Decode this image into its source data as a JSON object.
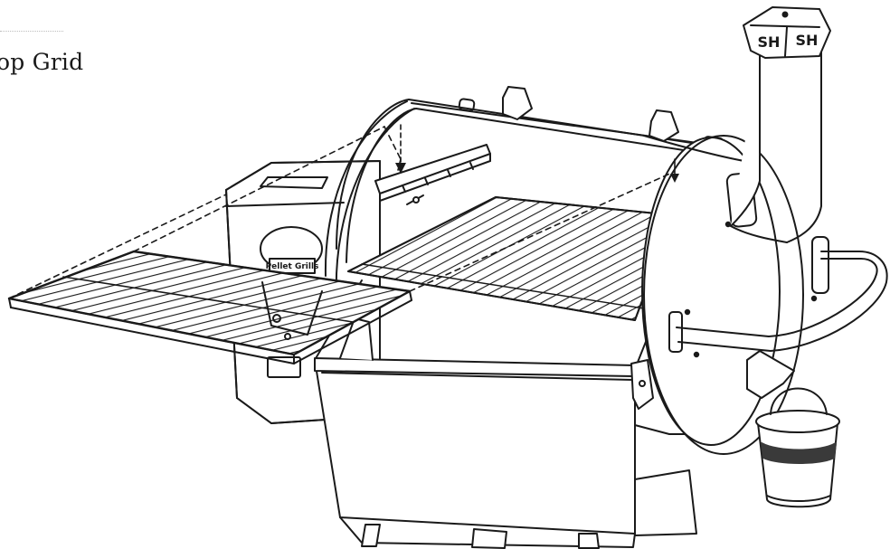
{
  "instruction": {
    "text": "op Grid"
  },
  "logo_marks": [
    "SH",
    "SH"
  ],
  "hopper_label": "Pellet Grills",
  "icons": {
    "drop_arrow": "arrow-down-icon",
    "logo": "brand-logo-icon"
  },
  "colors": {
    "line": "#1a1a1a",
    "background": "#ffffff",
    "bucket_band": "#3a3a3a"
  }
}
